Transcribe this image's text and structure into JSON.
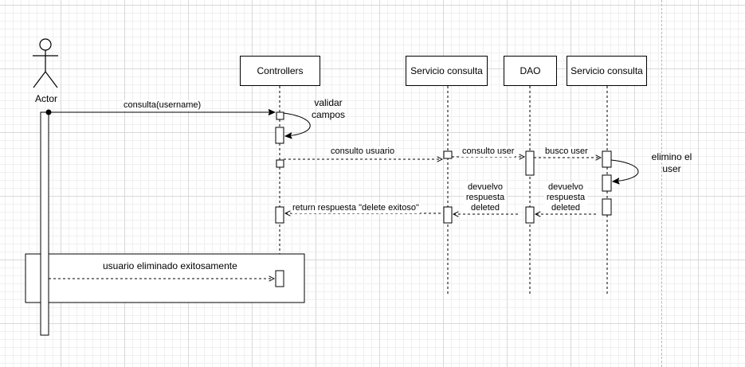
{
  "actor": {
    "label": "Actor"
  },
  "participants": [
    {
      "id": "controllers",
      "label": "Controllers"
    },
    {
      "id": "servicio1",
      "label": "Servicio consulta"
    },
    {
      "id": "dao",
      "label": "DAO"
    },
    {
      "id": "servicio2",
      "label": "Servicio consulta"
    }
  ],
  "messages": {
    "m1": "consulta(username)",
    "self1": "validar\ncampos",
    "m2": "consulto usuario",
    "m3": "consulto user",
    "m4": "busco user",
    "self2": "elimino el\nuser",
    "r1": "devuelvo\nrespuesta\ndeleted",
    "r2": "devuelvo\nrespuesta\ndeleted",
    "r3": "return respuesta \"delete exitoso\"",
    "r4": "usuario eliminado exitosamente"
  }
}
